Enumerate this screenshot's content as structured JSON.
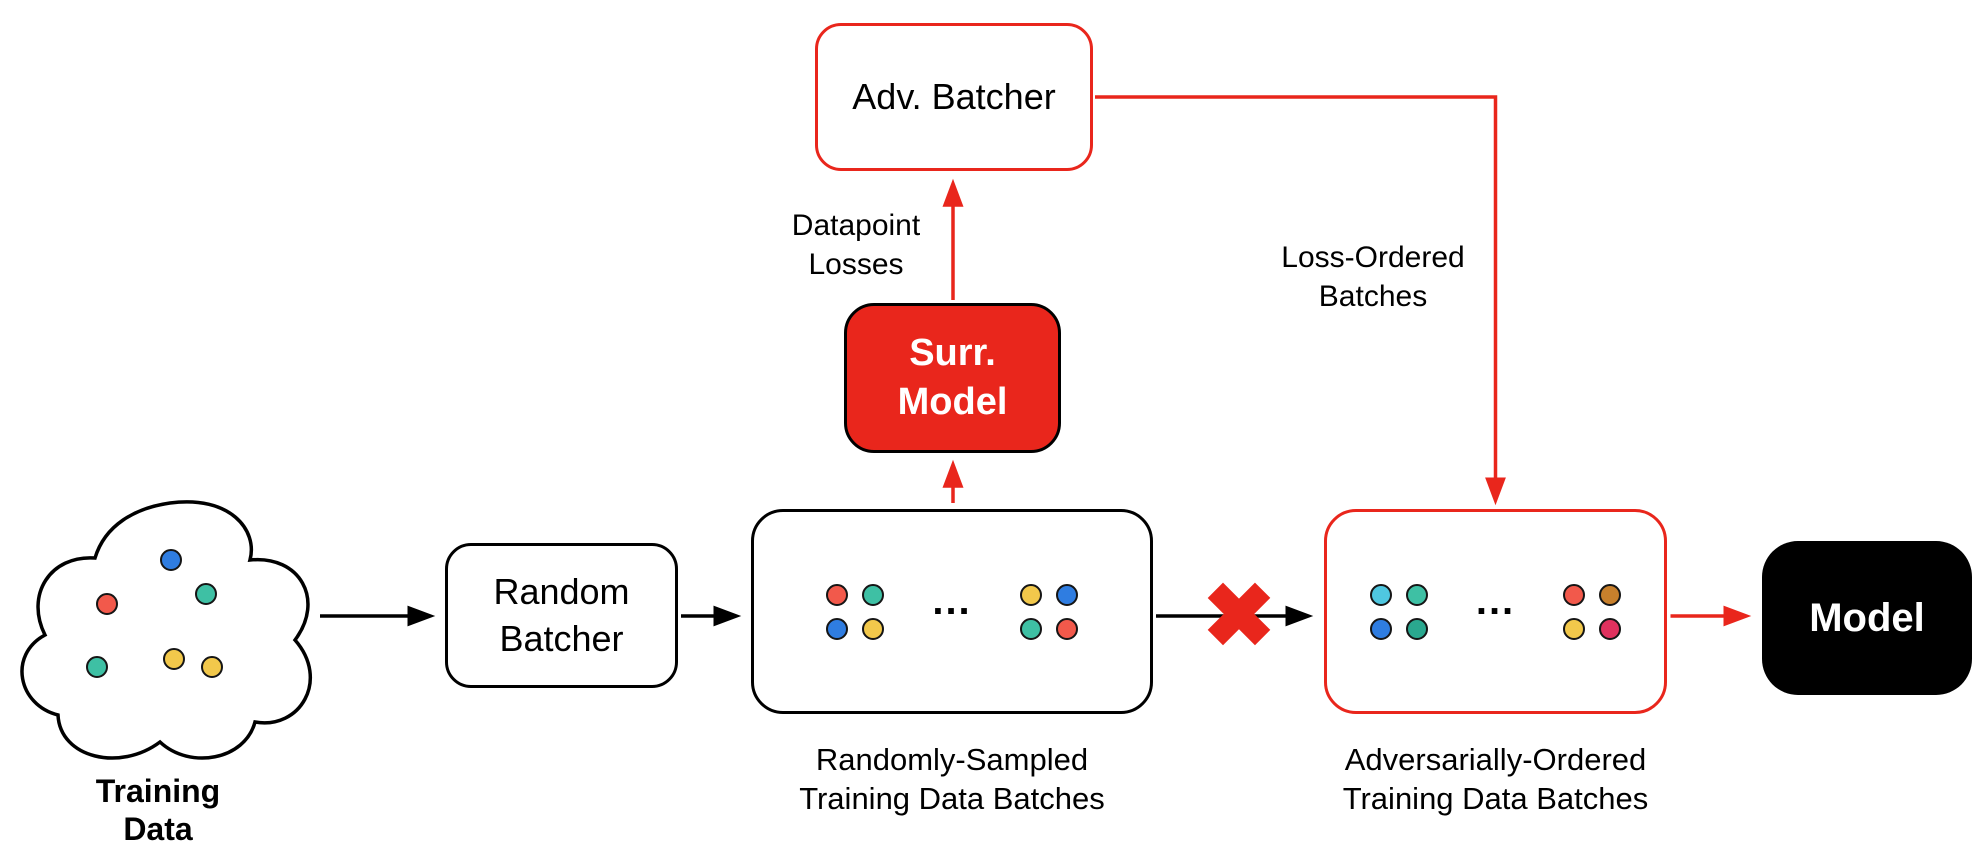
{
  "colors": {
    "accent_red": "#e9261c",
    "node_black": "#000000"
  },
  "nodes": {
    "adv_batcher": {
      "label": "Adv. Batcher"
    },
    "surr_model": {
      "line1": "Surr.",
      "line2": "Model"
    },
    "random_batcher": {
      "line1": "Random",
      "line2": "Batcher"
    },
    "model": {
      "label": "Model"
    },
    "training_data": {
      "line1": "Training",
      "line2": "Data"
    }
  },
  "edge_labels": {
    "datapoint_losses": {
      "line1": "Datapoint",
      "line2": "Losses"
    },
    "loss_ordered_batches": {
      "line1": "Loss-Ordered",
      "line2": "Batches"
    }
  },
  "captions": {
    "random_batches": {
      "line1": "Randomly-Sampled",
      "line2": "Training Data Batches"
    },
    "adversarial_batches": {
      "line1": "Adversarially-Ordered",
      "line2": "Training Data Batches"
    }
  },
  "icons": {
    "blocked_x": "✖"
  },
  "batches": {
    "random": {
      "ellipsis": "...",
      "batch1": [
        "#f2594b",
        "#3ec0a4",
        "#2f7de1",
        "#f2c84b"
      ],
      "batch2": [
        "#f2c84b",
        "#2f7de1",
        "#3ec0a4",
        "#f2594b"
      ]
    },
    "adversarial": {
      "ellipsis": "...",
      "batch1": [
        "#4fc7e0",
        "#3ec0a4",
        "#2f7de1",
        "#2aa88f"
      ],
      "batch2": [
        "#f2594b",
        "#c8802c",
        "#f2c84b",
        "#e0315e"
      ]
    }
  },
  "training_blob": {
    "dots": [
      "#2f7de1",
      "#f2594b",
      "#3ec0a4",
      "#3ec0a4",
      "#f2c84b",
      "#f2c84b"
    ]
  }
}
